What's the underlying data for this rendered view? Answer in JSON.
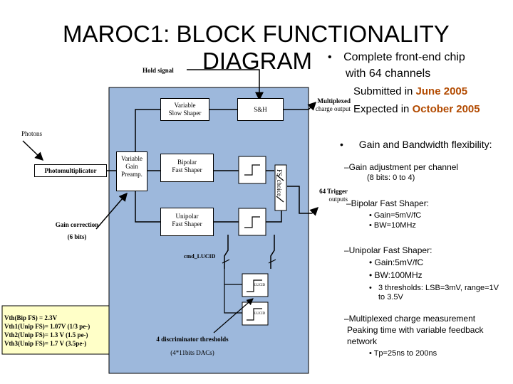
{
  "title": {
    "line1": "MAROC1:  BLOCK FUNCTIONALITY",
    "line2": "DIAGRAM"
  },
  "diagram": {
    "hold_signal": "Hold signal",
    "photons": "Photons",
    "photomultiplicator": "Photomultiplicator",
    "variable_gain_preamp": [
      "Variable",
      "Gain",
      "Preamp."
    ],
    "variable_slow_shaper": [
      "Variable",
      "Slow Shaper"
    ],
    "sh": "S&H",
    "bipolar_fast_shaper": [
      "Bipolar",
      "Fast Shaper"
    ],
    "unipolar_fast_shaper": [
      "Unipolar",
      "Fast Shaper"
    ],
    "fs_choice": "FS_choice",
    "cmd_lucid": "cmd_LUCID",
    "lucid1": "LUCID",
    "lucid2": "LUCID",
    "multiplexed_charge_output": [
      "Multiplexed",
      "charge output"
    ],
    "trigger_outputs": [
      "64 Trigger",
      "outputs"
    ],
    "gain_correction": [
      "Gain correction",
      "(6 bits)"
    ],
    "discriminator_thresholds": [
      "4 discriminator thresholds",
      "(4*11bits DACs)"
    ],
    "thresholds": [
      "Vth(Bip FS) = 2.3V",
      "Vth1(Unip FS)= 1.07V (1/3 pe-)",
      "Vth2(Unip FS)= 1.3 V (1.5 pe-)",
      "Vth3(Unip FS)= 1.7 V (3.5pe-)"
    ]
  },
  "notes": {
    "b1_bullet": "•",
    "b1_line1": "Complete front-end chip",
    "b1_line2": "with 64 channels",
    "submitted_prefix": "Submitted in ",
    "submitted_date": "June 2005",
    "expected_prefix": "Expected in ",
    "expected_date": "October 2005",
    "b2_bullet": "•",
    "b2_text": "Gain and Bandwidth flexibility:",
    "gain_adjust": "–Gain adjustment per channel",
    "gain_adjust_sub": "(8 bits: 0 to 4)",
    "bipolar_title": "–Bipolar Fast Shaper:",
    "bipolar_items": [
      "•  Gain=5mV/fC",
      "•  BW=10MHz"
    ],
    "unipolar_title": "–Unipolar Fast Shaper:",
    "unipolar_items": [
      "•  Gain:5mV/fC",
      "•  BW:100MHz"
    ],
    "unipolar_thr_bullet": "•",
    "unipolar_thr": [
      "3 thresholds: LSB=3mV, range=1V",
      "to 3.5V"
    ],
    "mux_title": "–Multiplexed charge measurement",
    "mux_line2": "Peaking time with variable feedback",
    "mux_line3": "network",
    "mux_item": "•  Tp=25ns to 200ns"
  },
  "colors": {
    "chip": "#9db8dc",
    "threshold_box": "#ffffc8",
    "accent": "#b24a00"
  }
}
